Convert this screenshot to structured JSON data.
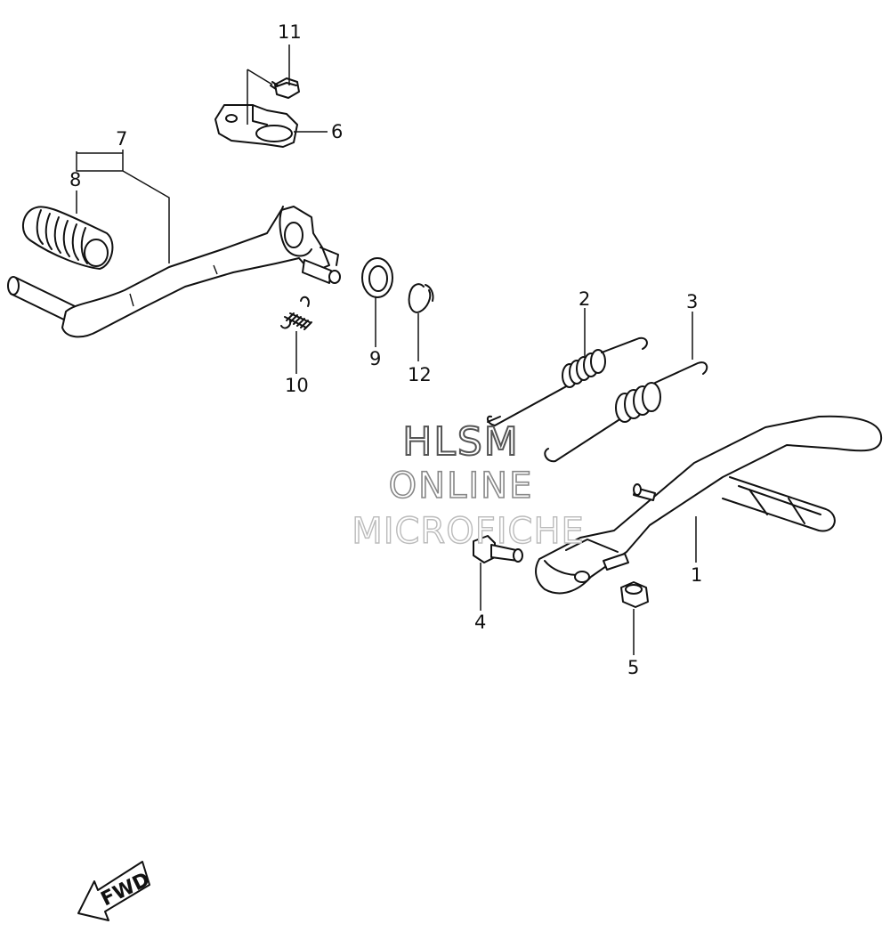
{
  "callouts": {
    "c1": "1",
    "c2": "2",
    "c3": "3",
    "c4": "4",
    "c5": "5",
    "c6": "6",
    "c7": "7",
    "c8": "8",
    "c9": "9",
    "c10": "10",
    "c11": "11",
    "c12": "12"
  },
  "watermark": {
    "line1": "HLSM",
    "line2": "ONLINE",
    "line3": "MICROFICHE"
  },
  "direction": {
    "label": "FWD",
    "icon": "fwd-arrow-icon"
  }
}
